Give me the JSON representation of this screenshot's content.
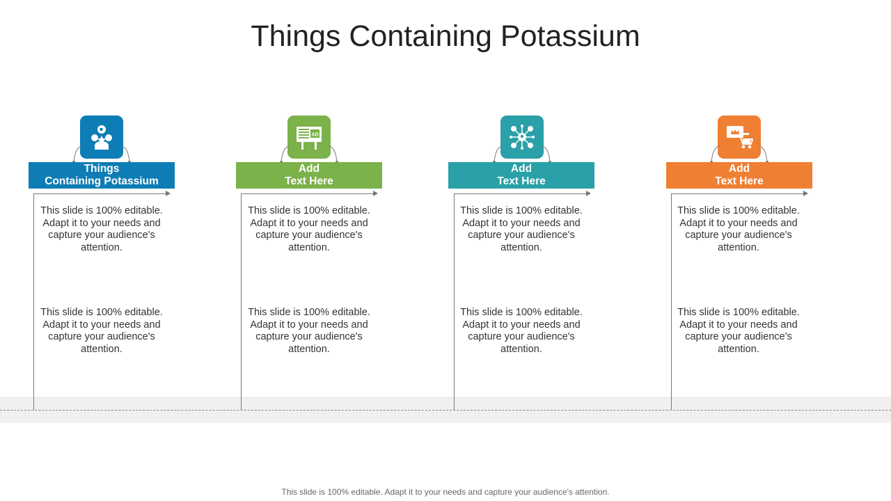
{
  "slide": {
    "title": "Things Containing Potassium",
    "footer": "This slide is 100% editable. Adapt it to your needs and capture your audience's attention."
  },
  "colors": {
    "blue": "#0e7cb5",
    "green": "#7bb24a",
    "teal": "#2aa0a8",
    "orange": "#ef7f32"
  },
  "items": [
    {
      "header_line1": "Things",
      "header_line2": "Containing Potassium",
      "color": "#0e7cb5",
      "icon": "social-feedback-icon",
      "desc1": "This slide is 100% editable. Adapt it to your needs and capture your audience's attention.",
      "desc2": "This slide is 100% editable. Adapt it to your needs and capture your audience's attention."
    },
    {
      "header_line1": "Add",
      "header_line2": "Text Here",
      "color": "#7bb24a",
      "icon": "billboard-ad-icon",
      "desc1": "This slide is 100% editable. Adapt it to your needs and capture your audience's attention.",
      "desc2": "This slide is 100% editable. Adapt it to your needs and capture your audience's attention."
    },
    {
      "header_line1": "Add",
      "header_line2": "Text Here",
      "color": "#2aa0a8",
      "icon": "network-hub-icon",
      "desc1": "This slide is 100% editable. Adapt it to your needs and capture your audience's attention.",
      "desc2": "This slide is 100% editable. Adapt it to your needs and capture your audience's attention."
    },
    {
      "header_line1": "Add",
      "header_line2": "Text Here",
      "color": "#ef7f32",
      "icon": "shopping-cart-icon",
      "desc1": "This slide is 100% editable. Adapt it to your needs and capture your audience's attention.",
      "desc2": "This slide is 100% editable. Adapt it to your needs and capture your audience's attention."
    }
  ]
}
